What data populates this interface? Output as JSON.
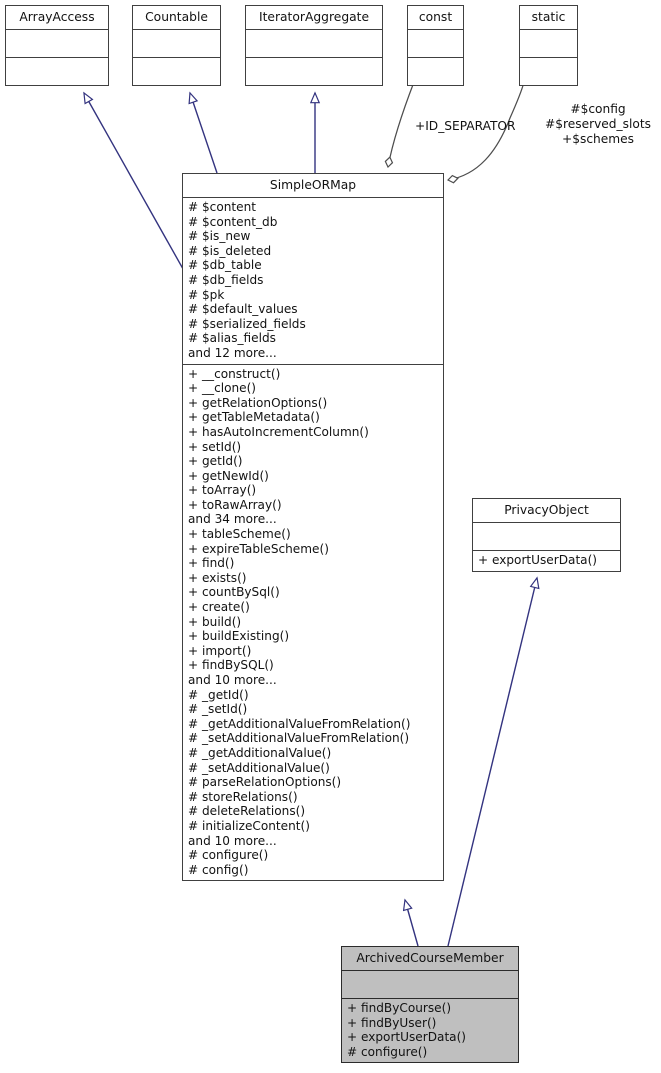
{
  "diagram": {
    "type": "uml-class-diagram",
    "title": "ArchivedCourseMember class inheritance diagram",
    "colors": {
      "box_border": "#404040",
      "box_fill": "#ffffff",
      "highlight_fill": "#bfbfbf",
      "inheritance_edge": "#33337f",
      "association_edge": "#4d4d4d",
      "text": "#121212"
    }
  },
  "classes": {
    "array_access": {
      "name": "ArrayAccess",
      "attributes": [],
      "methods": []
    },
    "countable": {
      "name": "Countable",
      "attributes": [],
      "methods": []
    },
    "iterator_aggregate": {
      "name": "IteratorAggregate",
      "attributes": [],
      "methods": []
    },
    "const_box": {
      "name": "const",
      "attributes": [],
      "methods": []
    },
    "static_box": {
      "name": "static",
      "attributes": [],
      "methods": []
    },
    "simple_ormap": {
      "name": "SimpleORMap",
      "attributes": [
        "# $content",
        "# $content_db",
        "# $is_new",
        "# $is_deleted",
        "# $db_table",
        "# $db_fields",
        "# $pk",
        "# $default_values",
        "# $serialized_fields",
        "# $alias_fields",
        "and 12 more..."
      ],
      "methods": [
        "+ __construct()",
        "+ __clone()",
        "+ getRelationOptions()",
        "+ getTableMetadata()",
        "+ hasAutoIncrementColumn()",
        "+ setId()",
        "+ getId()",
        "+ getNewId()",
        "+ toArray()",
        "+ toRawArray()",
        "and 34 more...",
        "+ tableScheme()",
        "+ expireTableScheme()",
        "+ find()",
        "+ exists()",
        "+ countBySql()",
        "+ create()",
        "+ build()",
        "+ buildExisting()",
        "+ import()",
        "+ findBySQL()",
        "and 10 more...",
        "# _getId()",
        "# _setId()",
        "# _getAdditionalValueFromRelation()",
        "# _setAdditionalValueFromRelation()",
        "# _getAdditionalValue()",
        "# _setAdditionalValue()",
        "# parseRelationOptions()",
        "# storeRelations()",
        "# deleteRelations()",
        "# initializeContent()",
        "and 10 more...",
        "# configure()",
        "# config()"
      ]
    },
    "privacy_object": {
      "name": "PrivacyObject",
      "attributes": [],
      "methods": [
        "+ exportUserData()"
      ]
    },
    "archived_course_member": {
      "name": "ArchivedCourseMember",
      "attributes": [],
      "methods": [
        "+ findByCourse()",
        "+ findByUser()",
        "+ exportUserData()",
        "# configure()"
      ]
    }
  },
  "edge_labels": {
    "id_separator": "+ID_SEPARATOR",
    "static_members_line1": "#$config",
    "static_members_line2": "#$reserved_slots",
    "static_members_line3": "+$schemes"
  },
  "relationships": [
    {
      "from": "SimpleORMap",
      "to": "ArrayAccess",
      "kind": "implements"
    },
    {
      "from": "SimpleORMap",
      "to": "Countable",
      "kind": "implements"
    },
    {
      "from": "SimpleORMap",
      "to": "IteratorAggregate",
      "kind": "implements"
    },
    {
      "from": "SimpleORMap",
      "to": "const",
      "kind": "aggregation",
      "label": "+ID_SEPARATOR"
    },
    {
      "from": "SimpleORMap",
      "to": "static",
      "kind": "aggregation",
      "label": "#$config #$reserved_slots +$schemes"
    },
    {
      "from": "ArchivedCourseMember",
      "to": "SimpleORMap",
      "kind": "extends"
    },
    {
      "from": "ArchivedCourseMember",
      "to": "PrivacyObject",
      "kind": "implements"
    }
  ]
}
